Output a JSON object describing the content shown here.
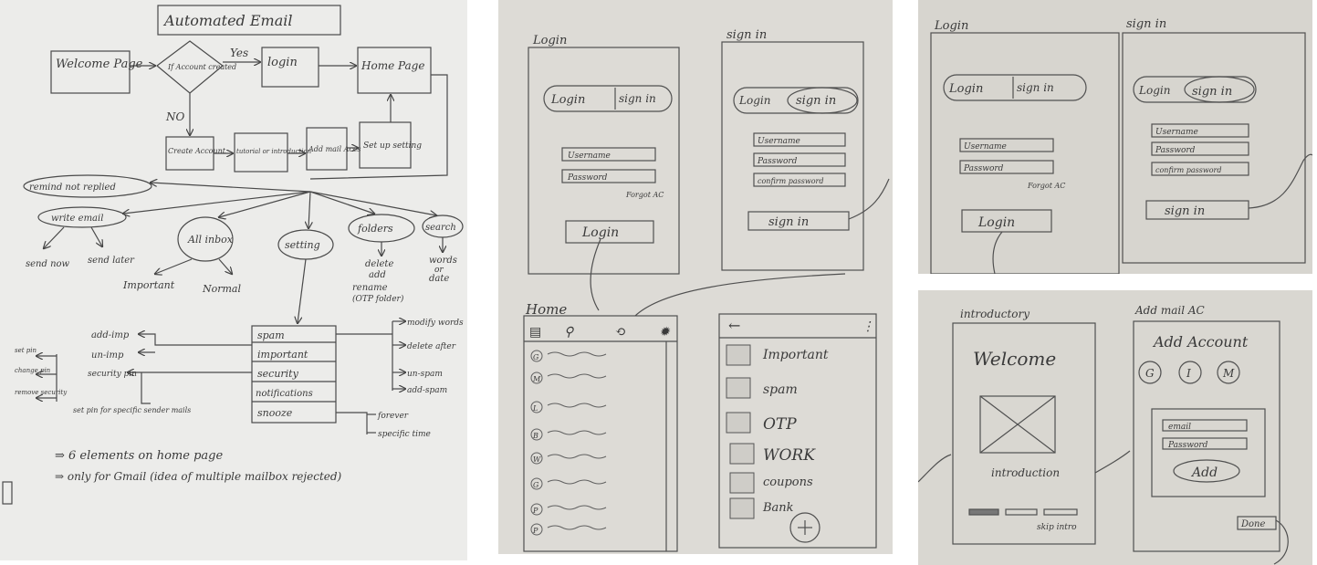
{
  "flow": {
    "title": "Automated Email",
    "welcome": "Welcome Page",
    "decision": "If Account created",
    "yes": "Yes",
    "no": "NO",
    "login": "login",
    "home": "Home Page",
    "create_account": "Create Account",
    "tutorial": "tutorial or introduction",
    "add_mail": "Add mail Accs",
    "setup": "Set up setting",
    "remind": "remind not replied",
    "write_email": "write email",
    "send_now": "send now",
    "send_later": "send later",
    "all_inbox": "All inbox",
    "important": "Important",
    "normal": "Normal",
    "setting": "setting",
    "folders": "folders",
    "search": "search",
    "folder_ops": [
      "delete",
      "add",
      "rename",
      "(OTP folder)"
    ],
    "search_by": [
      "words",
      "or",
      "date"
    ],
    "settings_table": [
      "spam",
      "important",
      "security",
      "notifications",
      "snooze"
    ],
    "left_actions": [
      "add-imp",
      "un-imp",
      "security pin"
    ],
    "pin_actions": [
      "set pin",
      "change pin",
      "remove security"
    ],
    "set_pin_specific": "set pin for specific sender mails",
    "spam_actions": [
      "modify words",
      "delete after",
      "un-spam",
      "add-spam"
    ],
    "snooze_actions": [
      "forever",
      "specific time"
    ],
    "notes": [
      "⇒ 6 elements on home page",
      "⇒ only for Gmail (idea of multiple mailbox rejected)"
    ]
  },
  "auth_sheet": {
    "login_title": "Login",
    "signin_title": "sign in",
    "toggle_login": "Login",
    "toggle_signin": "sign in",
    "username": "Username",
    "password": "Password",
    "confirm": "confirm password",
    "forgot": "Forgot AC",
    "login_btn": "Login",
    "signin_btn": "sign in",
    "home_title": "Home",
    "folders": [
      "Important",
      "spam",
      "OTP",
      "WORK",
      "coupons",
      "Bank"
    ],
    "avatars": [
      "G",
      "M",
      "L",
      "B",
      "W",
      "G",
      "P",
      "P"
    ]
  },
  "auth_closeup": {
    "login_title": "Login",
    "signin_title": "sign in",
    "toggle_login": "Login",
    "toggle_signin": "sign in",
    "username": "Username",
    "password": "Password",
    "confirm": "confirm password",
    "forgot": "Forgot AC",
    "login_btn": "Login",
    "signin_btn": "sign in"
  },
  "intro_sheet": {
    "intro_title": "introductory",
    "welcome": "Welcome",
    "introduction": "introduction",
    "skip": "skip intro",
    "add_title": "Add mail AC",
    "add_account": "Add Account",
    "providers": [
      "G",
      "I",
      "M"
    ],
    "email": "email",
    "password": "Password",
    "add_btn": "Add",
    "done": "Done"
  }
}
